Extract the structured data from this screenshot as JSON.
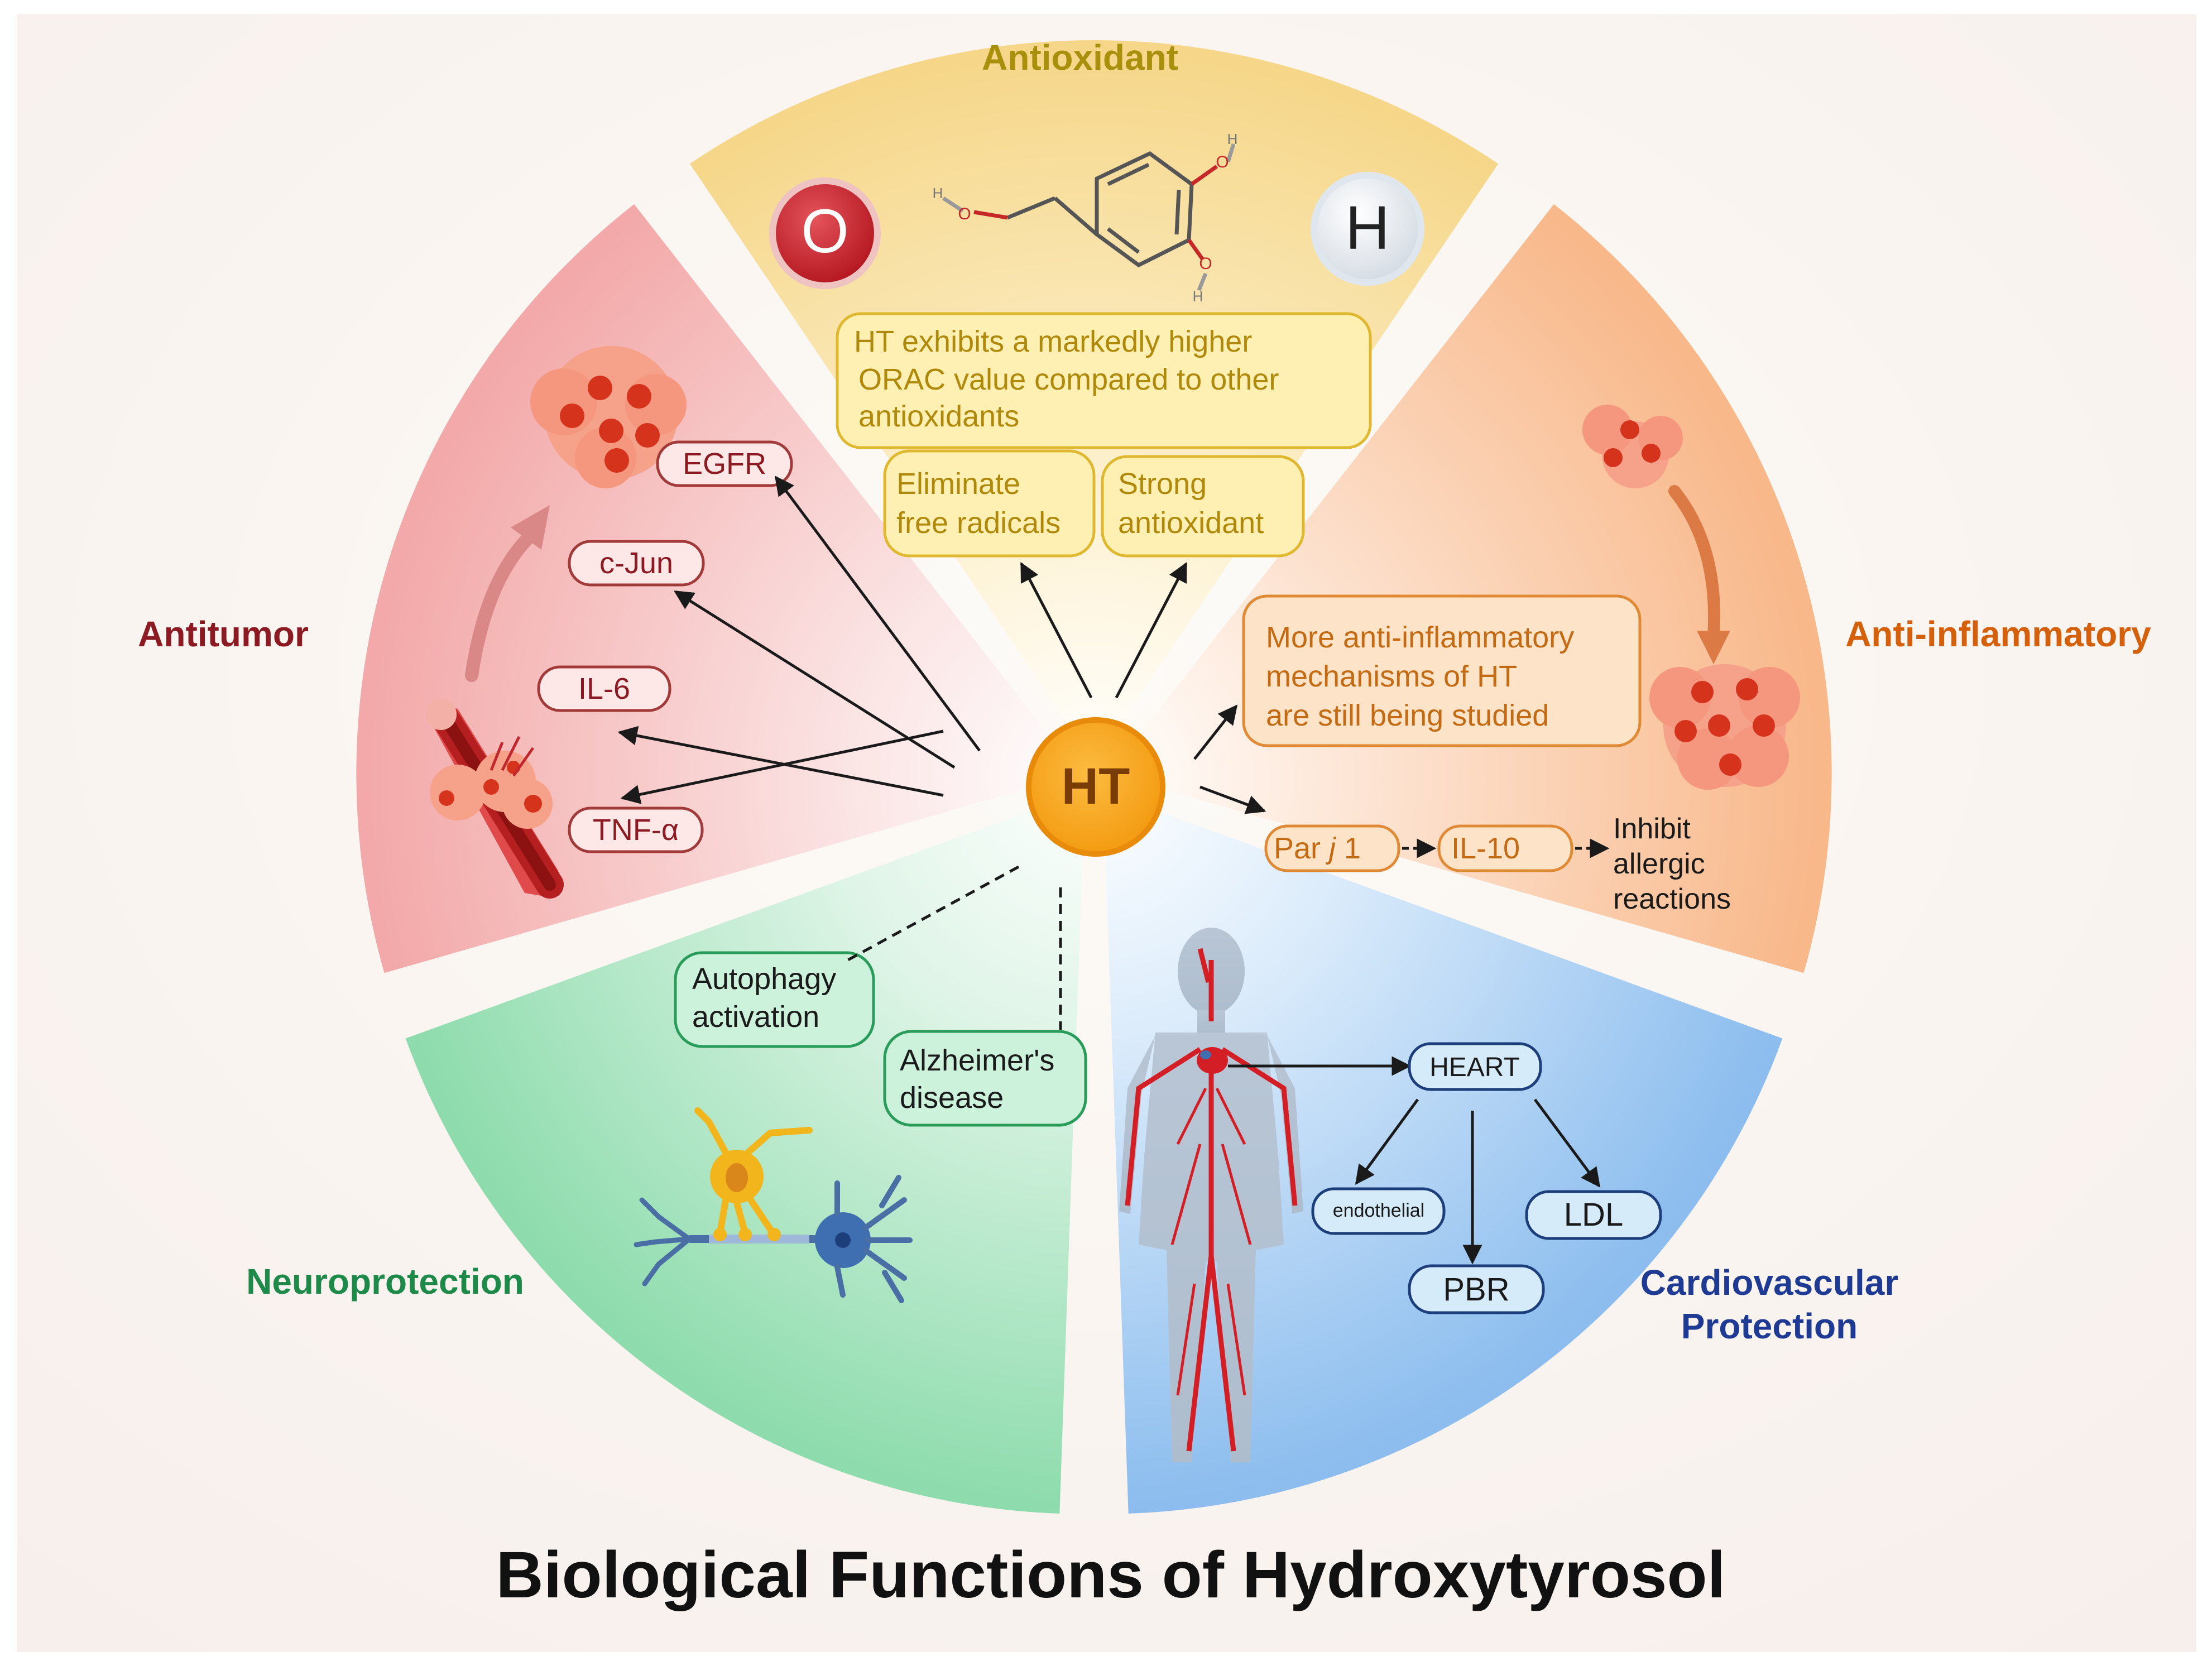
{
  "title": "Biological Functions of Hydroxytyrosol",
  "center_label": "HT",
  "sections": {
    "antioxidant": {
      "heading": "Antioxidant",
      "atom_o": "O",
      "atom_h": "H",
      "molecule_h_top": "H",
      "molecule_h_bottom": "H",
      "molecule_h_left": "H",
      "molecule_o_top": "O",
      "molecule_o_bottom": "O",
      "molecule_o_left": "O",
      "orac_line1": "HT exhibits a markedly higher",
      "orac_line2": "ORAC value compared to other",
      "orac_line3": "antioxidants",
      "eliminate_line1": "Eliminate",
      "eliminate_line2": "free radicals",
      "strong_line1": "Strong",
      "strong_line2": "antioxidant"
    },
    "anti_inflammatory": {
      "heading": "Anti-inflammatory",
      "more_line1": "More anti-inflammatory",
      "more_line2": "mechanisms of HT",
      "more_line3": "are still being studied",
      "par": "Par ",
      "par_j": "j",
      "par_num": " 1",
      "il10": "IL-10",
      "inhibit_line1": "Inhibit",
      "inhibit_line2": "allergic",
      "inhibit_line3": "reactions"
    },
    "antitumor": {
      "heading": "Antitumor",
      "markers": [
        "EGFR",
        "c-Jun",
        "IL-6",
        "TNF-α"
      ]
    },
    "neuroprotection": {
      "heading": "Neuroprotection",
      "autophagy_line1": "Autophagy",
      "autophagy_line2": "activation",
      "alz_line1": "Alzheimer's",
      "alz_line2": "disease"
    },
    "cardio": {
      "heading_line1": "Cardiovascular",
      "heading_line2": "Protection",
      "heart": "HEART",
      "endothelial": "endothelial",
      "ldl": "LDL",
      "pbr": "PBR"
    }
  },
  "colors": {
    "antioxidant": "#f6d98a",
    "anti_inflammatory": "#f9b98c",
    "antitumor": "#f4aaaa",
    "neuroprotection": "#8fdcb0",
    "cardio": "#8fc0f0",
    "center": "#f6a21e",
    "antioxidant_text": "#a8900c",
    "anti_inflammatory_text": "#d4600c",
    "antitumor_text": "#8c1a22",
    "neuroprotection_text": "#1e8a4a",
    "cardio_text": "#1f3a93"
  }
}
